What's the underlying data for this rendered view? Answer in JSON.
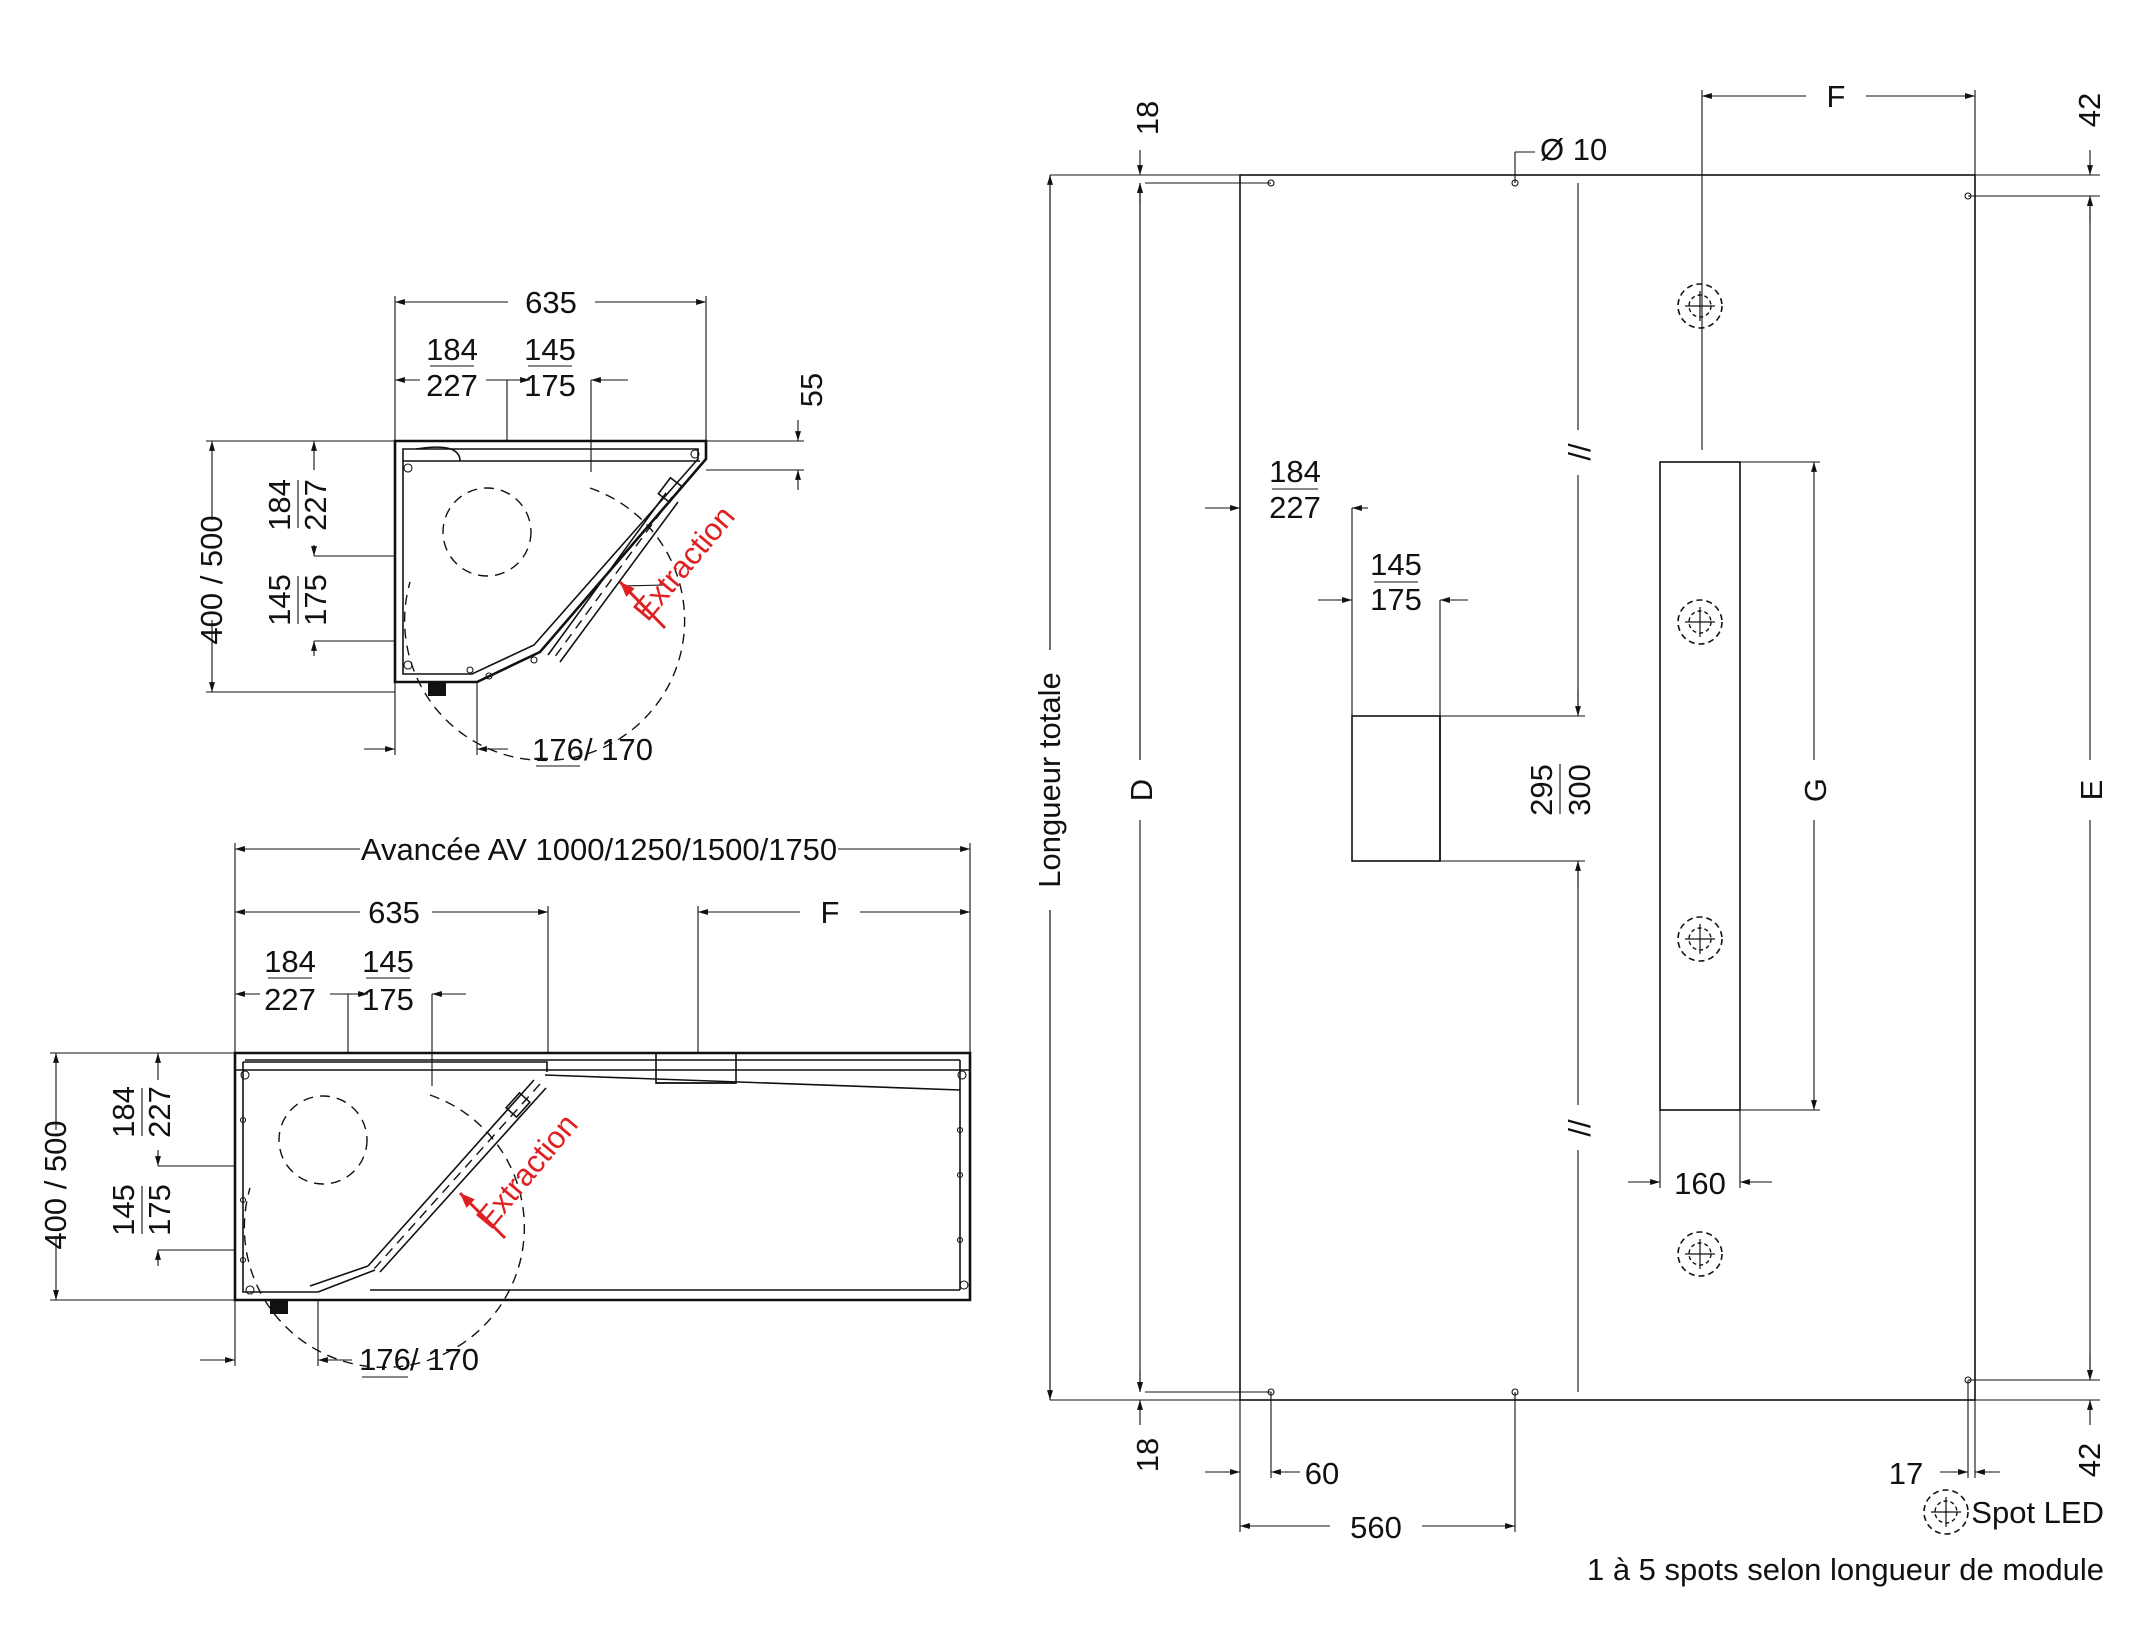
{
  "top_view": {
    "width_635": "635",
    "a_top": "184",
    "a_bot": "227",
    "b_top": "145",
    "b_bot": "175",
    "h55": "55",
    "depth": "400 / 500",
    "v_a_top": "184",
    "v_a_bot": "227",
    "v_b_top": "145",
    "v_b_bot": "175",
    "extraction": "Extraction",
    "bottom_a": "176",
    "bottom_b": "/ 170"
  },
  "front_view": {
    "avancee": "Avancée AV 1000/1250/1500/1750",
    "width_635": "635",
    "f": "F",
    "a_top": "184",
    "a_bot": "227",
    "b_top": "145",
    "b_bot": "175",
    "depth": "400 / 500",
    "v_a_top": "184",
    "v_a_bot": "227",
    "v_b_top": "145",
    "v_b_bot": "175",
    "extraction": "Extraction",
    "bottom_a": "176",
    "bottom_b": "/ 170"
  },
  "plan_view": {
    "top_18": "18",
    "bottom_18": "18",
    "hole": "Ø 10",
    "f": "F",
    "top_42": "42",
    "bottom_42": "42",
    "length": "Longueur totale",
    "d": "D",
    "e": "E",
    "g": "G",
    "a_top": "184",
    "a_bot": "227",
    "b_top": "145",
    "b_bot": "175",
    "duct_top": "295",
    "duct_bot": "300",
    "break_mark": "//",
    "w160": "160",
    "d60": "60",
    "d560": "560",
    "d17": "17",
    "spot_label": "Spot LED",
    "spot_note": "1 à 5 spots selon longueur de module"
  }
}
